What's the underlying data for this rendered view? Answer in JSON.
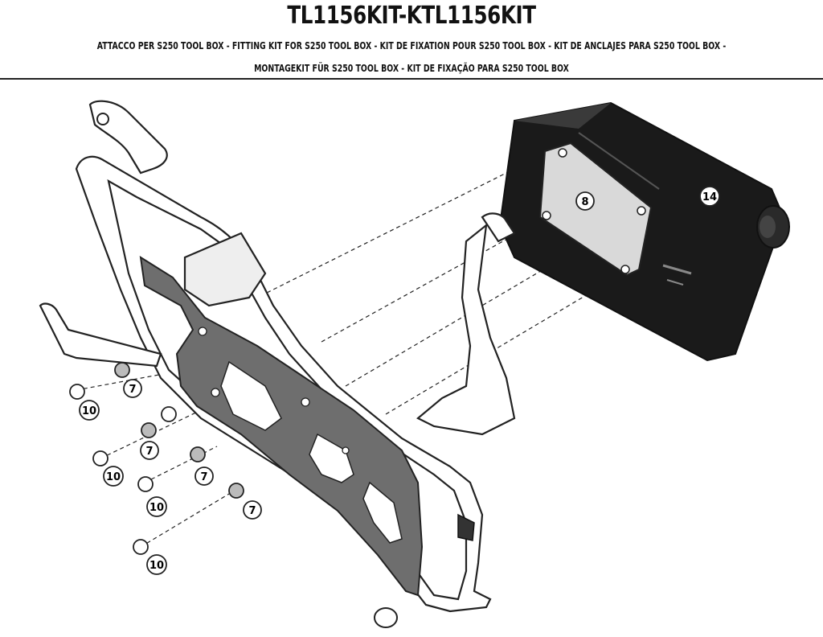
{
  "header": {
    "title": "TL1156KIT-KTL1156KIT",
    "subtitle_line1": "ATTACCO PER S250 TOOL BOX - FITTING KIT FOR S250 TOOL BOX - KIT DE FIXATION POUR S250 TOOL BOX - KIT DE ANCLAJES PARA S250 TOOL BOX -",
    "subtitle_line2": "MONTAGEKIT FÜR S250 TOOL BOX - KIT DE FIXAÇÃO PARA S250 TOOL BOX"
  },
  "callouts": {
    "c8": "8",
    "c14": "14",
    "c7a": "7",
    "c7b": "7",
    "c7c": "7",
    "c7d": "7",
    "c10a": "10",
    "c10b": "10",
    "c10c": "10",
    "c10d": "10"
  },
  "colors": {
    "line": "#222222",
    "box_fill": "#1a1a1a",
    "plate_fill": "#6e6e6e",
    "frame_fill": "#ffffff"
  }
}
